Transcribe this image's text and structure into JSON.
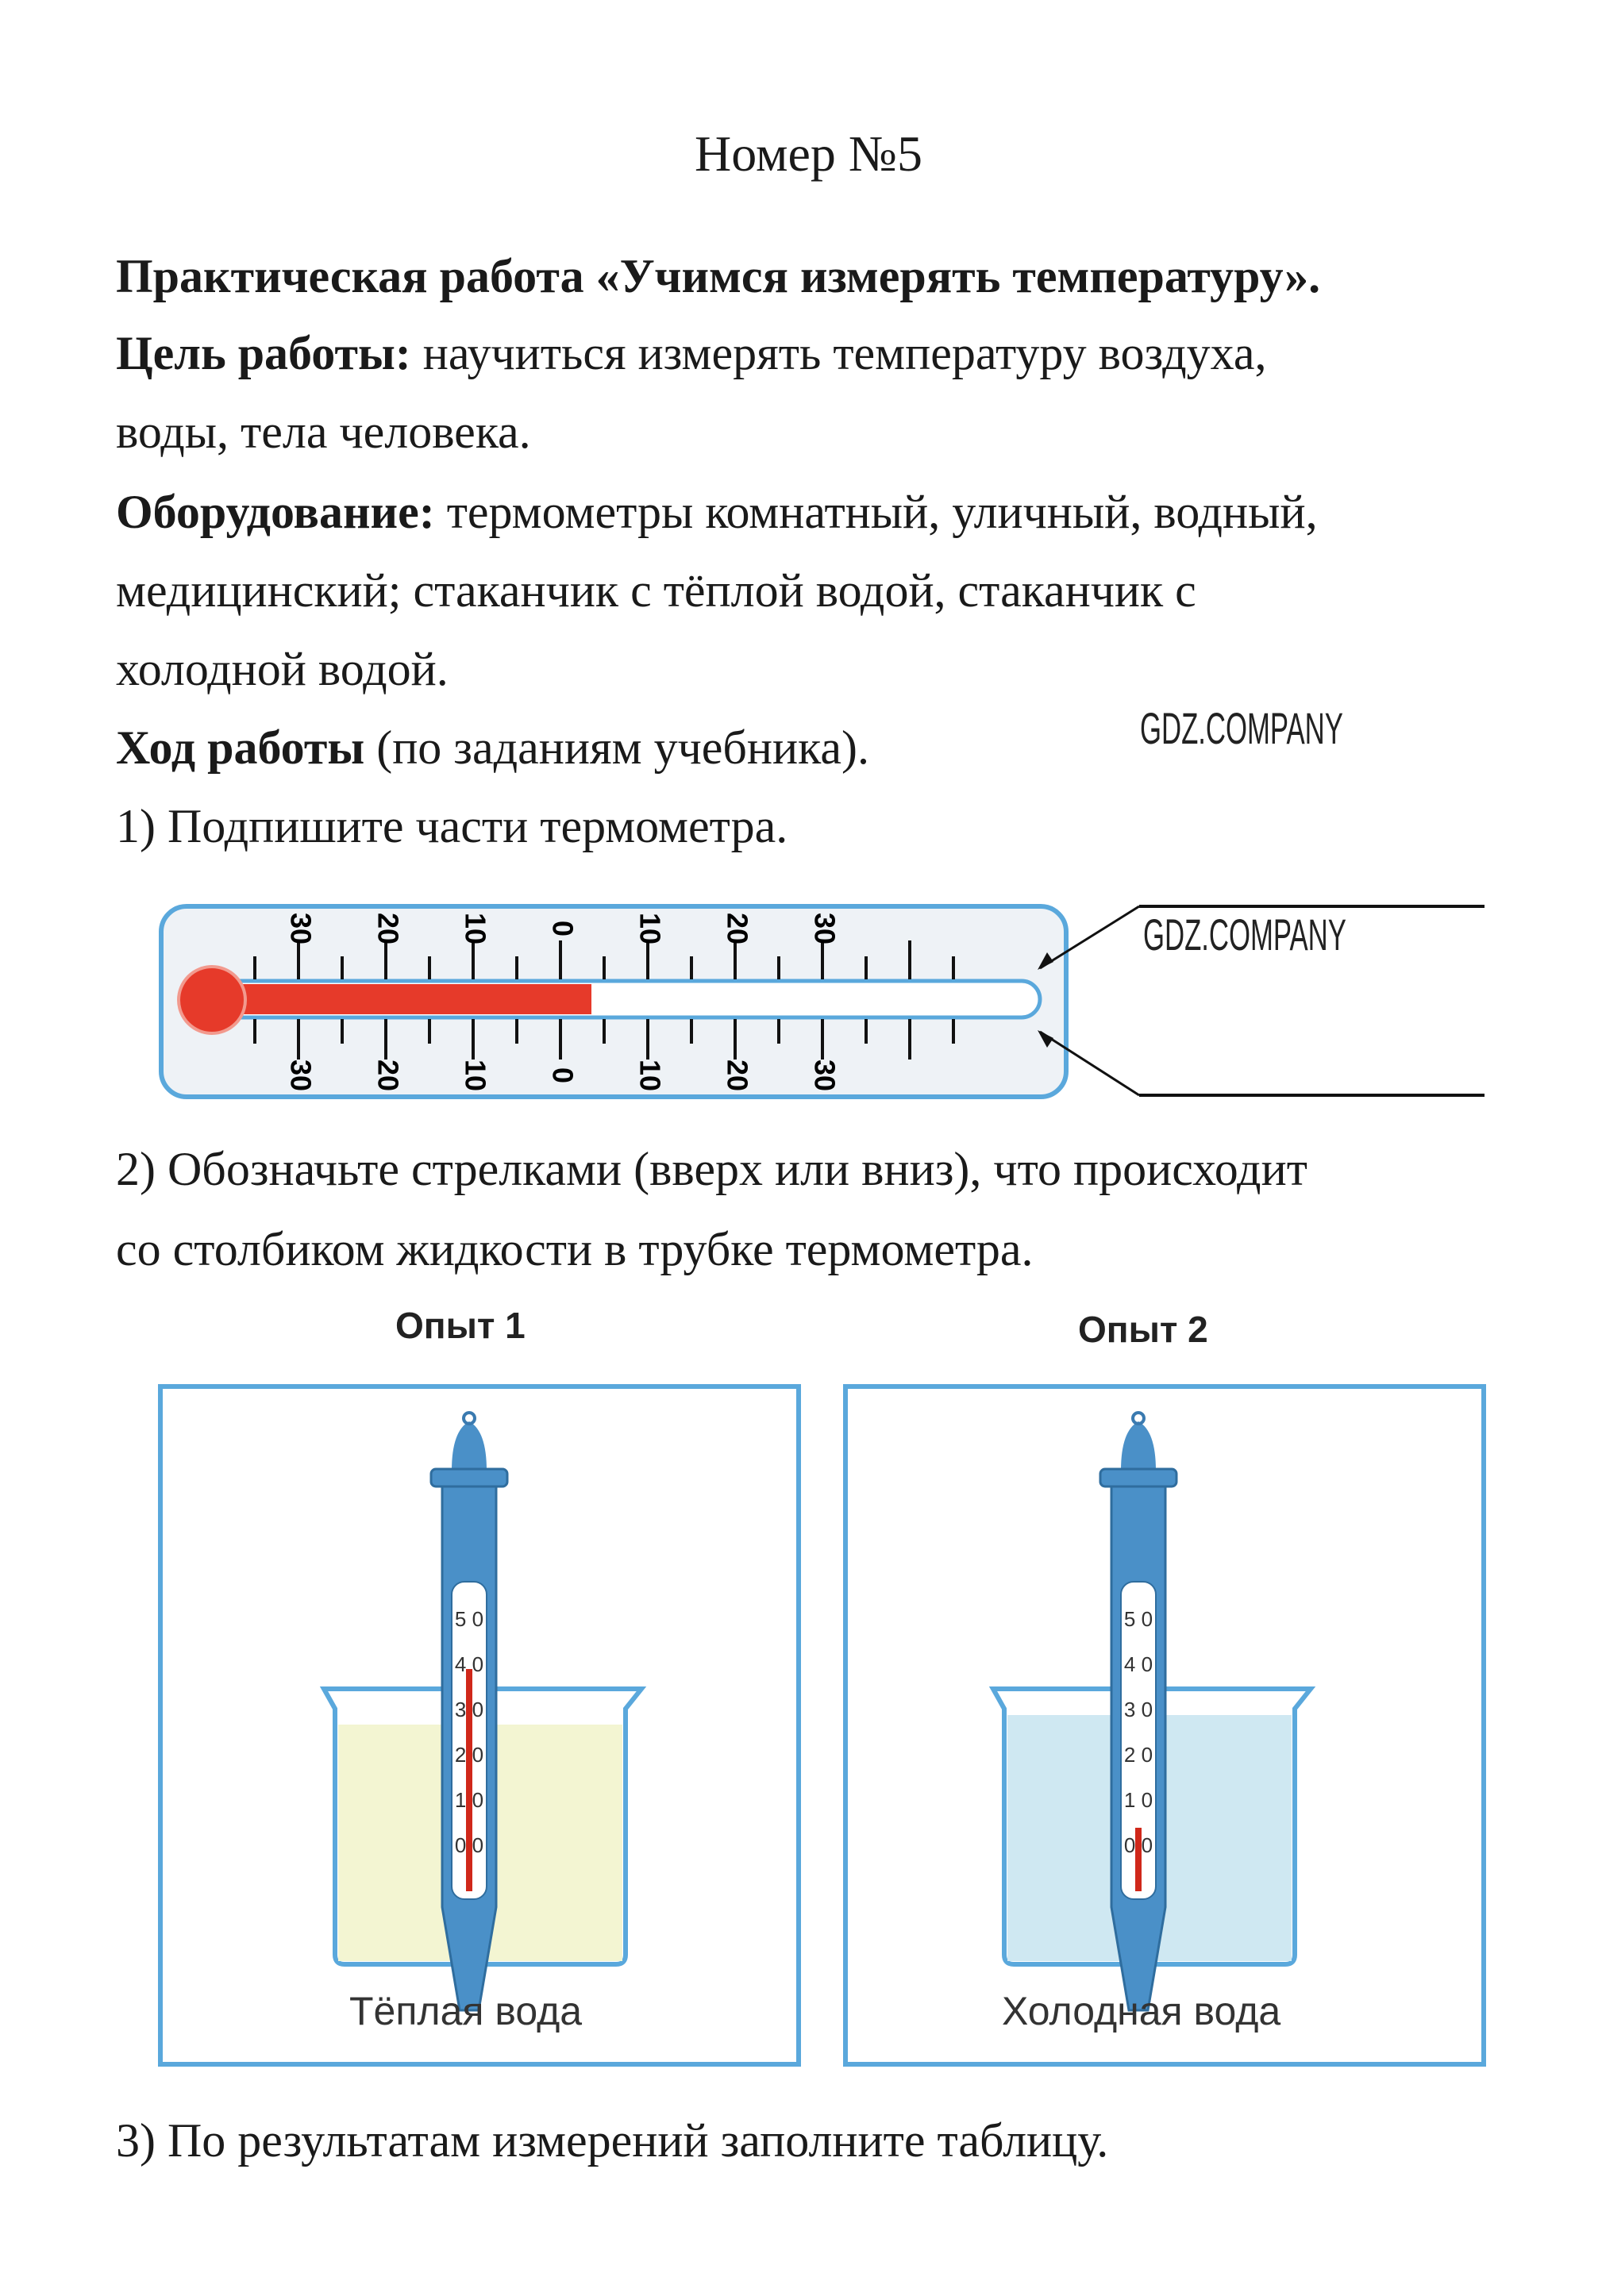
{
  "title": "Номер №5",
  "heading": "Практическая работа «Учимся измерять температуру».",
  "goal": {
    "label": "Цель работы:",
    "text1": " научиться измерять температуру воздуха,",
    "text2": "воды, тела человека."
  },
  "equipment": {
    "label": "Оборудование:",
    "text1": " термометры комнатный, уличный, водный,",
    "text2": "медицинский; стаканчик с тёплой водой, стаканчик с",
    "text3": "холодной водой."
  },
  "procedure": {
    "label": "Ход работы",
    "text": " (по заданиям учебника)."
  },
  "task1": "1) Подпишите части термометра.",
  "task2": {
    "line1": "2) Обозначьте стрелками (вверх или вниз), что происходит",
    "line2": "со столбиком жидкости в трубке термометра."
  },
  "thermometer_scale": {
    "labels": [
      "30",
      "20",
      "10",
      "0",
      "10",
      "20",
      "30"
    ]
  },
  "experiments": [
    {
      "title": "Опыт 1",
      "caption": "Тёплая вода",
      "scale": [
        "5 0",
        "4 0",
        "3 0",
        "2 0",
        "1 0",
        "0 0"
      ]
    },
    {
      "title": "Опыт 2",
      "caption": "Холодная вода",
      "scale": [
        "5 0",
        "4 0",
        "3 0",
        "2 0",
        "1 0",
        "0 0"
      ]
    }
  ],
  "task3": "3) По результатам измерений заполните таблицу.",
  "watermark": "GDZ.COMPANY",
  "colors": {
    "red": "#e63a2a",
    "blue": "#4a90c8",
    "box": "#5aa8dc",
    "warm": "#f3f5d2",
    "cold": "#cfe8f2"
  }
}
